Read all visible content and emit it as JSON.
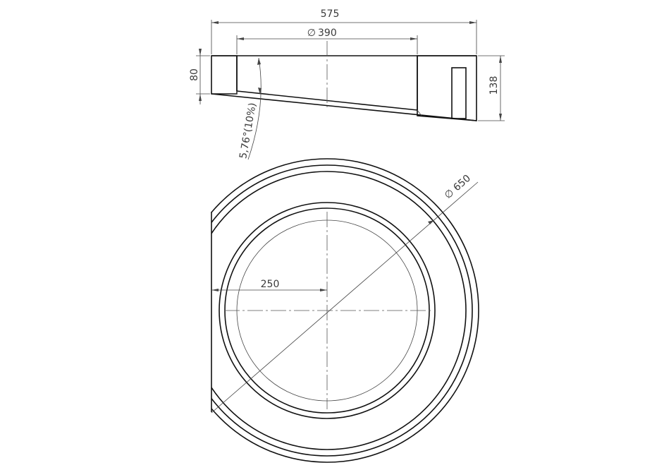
{
  "drawing": {
    "side_view": {
      "overall_width": "575",
      "bore_diameter": "390",
      "thickness": "80",
      "total_height": "138",
      "slope": "5,76°(10%)"
    },
    "plan_view": {
      "outer_diameter": "650",
      "radius_offset": "250"
    },
    "diameter_symbol": "∅"
  }
}
